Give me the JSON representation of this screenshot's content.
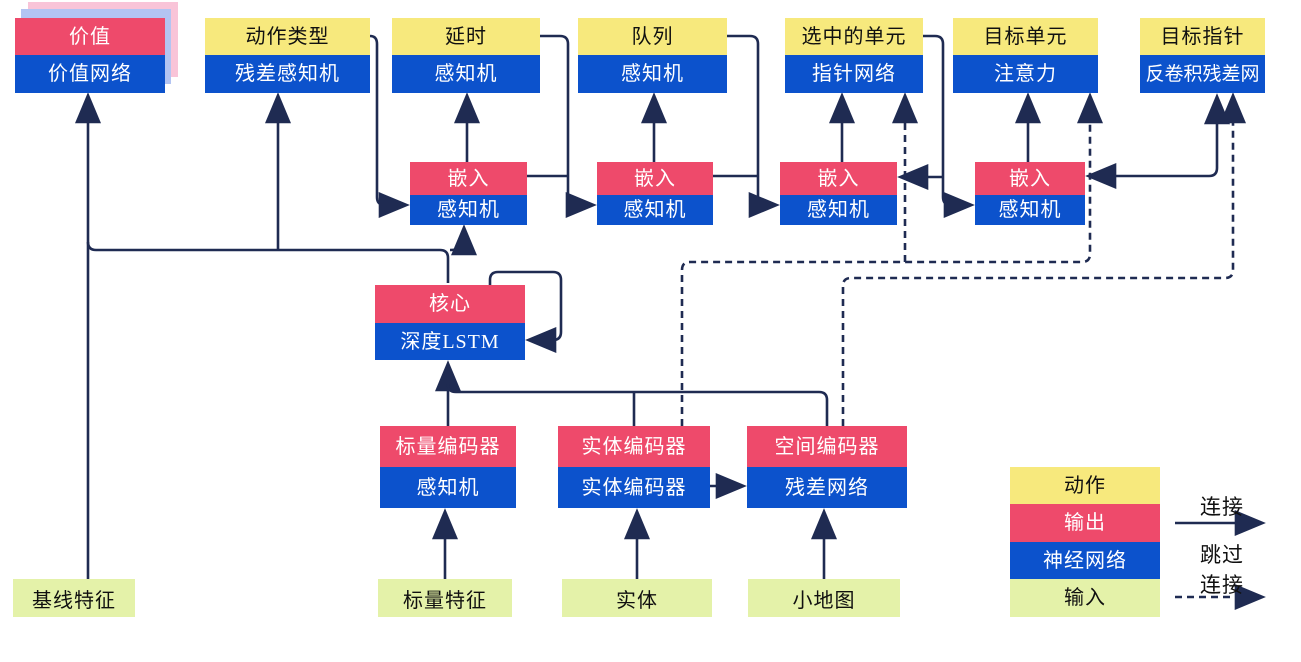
{
  "colors": {
    "action_yellow": "#F7E97D",
    "output_red": "#EE4A6B",
    "network_blue": "#0C52CC",
    "input_green": "#E4F2A9",
    "shadow_pink": "#F9C4D8",
    "shadow_blue": "#B3C4F2",
    "wire_navy": "#1F2B52"
  },
  "nodes": {
    "value": {
      "top": "价值",
      "bottom": "价值网络"
    },
    "action_type": {
      "top": "动作类型",
      "bottom": "残差感知机"
    },
    "delay": {
      "top": "延时",
      "bottom": "感知机"
    },
    "queued": {
      "top": "队列",
      "bottom": "感知机"
    },
    "selected_units": {
      "top": "选中的单元",
      "bottom": "指针网络"
    },
    "target_unit": {
      "top": "目标单元",
      "bottom": "注意力"
    },
    "target_pointer": {
      "top": "目标指针",
      "bottom": "反卷积残差网"
    },
    "embed1": {
      "top": "嵌入",
      "bottom": "感知机"
    },
    "embed2": {
      "top": "嵌入",
      "bottom": "感知机"
    },
    "embed3": {
      "top": "嵌入",
      "bottom": "感知机"
    },
    "embed4": {
      "top": "嵌入",
      "bottom": "感知机"
    },
    "core": {
      "top": "核心",
      "bottom": "深度LSTM"
    },
    "scalar_encoder": {
      "top": "标量编码器",
      "bottom": "感知机"
    },
    "entity_encoder": {
      "top": "实体编码器",
      "bottom": "实体编码器"
    },
    "spatial_encoder": {
      "top": "空间编码器",
      "bottom": "残差网络"
    }
  },
  "inputs": {
    "baseline": "基线特征",
    "scalar": "标量特征",
    "entities": "实体",
    "minimap": "小地图"
  },
  "legend": {
    "action": "动作",
    "output": "输出",
    "network": "神经网络",
    "input": "输入",
    "connection": "连接",
    "skip_line1": "跳过",
    "skip_line2": "连接"
  }
}
